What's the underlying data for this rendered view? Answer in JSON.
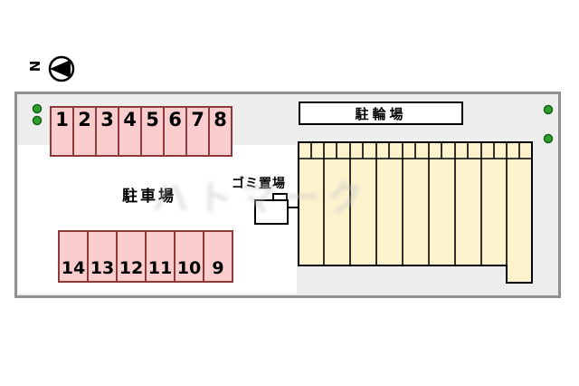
{
  "compass": {
    "north_label": "N"
  },
  "legend": {
    "parking_lot": "駐車場",
    "garbage_area": "ゴミ置場",
    "bicycle_parking": "駐輪場"
  },
  "parking": {
    "top_row": [
      "1",
      "2",
      "3",
      "4",
      "5",
      "6",
      "7",
      "8"
    ],
    "bottom_row": [
      "14",
      "13",
      "12",
      "11",
      "10",
      "9"
    ]
  },
  "watermark_text": "ハトマーク",
  "colors": {
    "space_fill": "#f9cdcd",
    "space_border": "#8c3a3a",
    "building_fill": "#fcf3cd",
    "building_stroke": "#000000",
    "site_fill": "#ededed",
    "site_border": "#8f8f8f",
    "tree_green": "#2f9e2f"
  }
}
